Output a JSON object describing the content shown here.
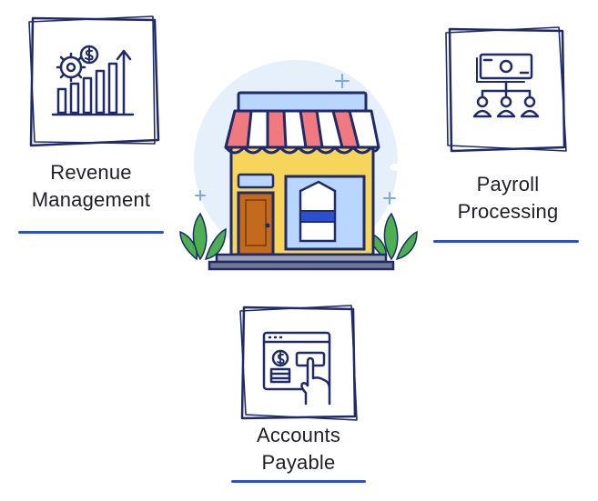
{
  "diagram": {
    "center": {
      "icon": "storefront-icon"
    },
    "nodes": [
      {
        "id": "revenue",
        "label_line1": "Revenue",
        "label_line2": "Management",
        "icon": "revenue-growth-chart-icon"
      },
      {
        "id": "payroll",
        "label_line1": "Payroll",
        "label_line2": "Processing",
        "icon": "payroll-hierarchy-icon"
      },
      {
        "id": "payable",
        "label_line1": "Accounts",
        "label_line2": "Payable",
        "icon": "online-payment-click-icon"
      }
    ]
  },
  "colors": {
    "ink": "#1f2a6b",
    "accent_blue": "#2a4fd0",
    "awning_red": "#f07a80",
    "shop_yellow": "#f7d45a",
    "door_brown": "#c46a1c",
    "window_blue": "#b9d6ff",
    "plant_green": "#4caf50",
    "halo": "#e6f0fb"
  }
}
